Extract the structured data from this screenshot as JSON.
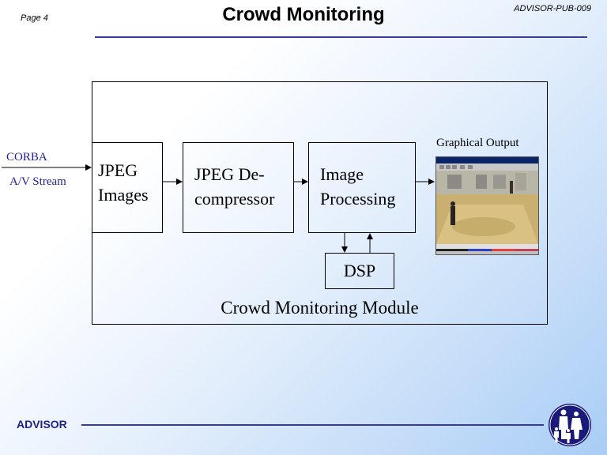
{
  "header": {
    "page_label": "Page 4",
    "title": "Crowd Monitoring",
    "doc_id": "ADVISOR-PUB-009"
  },
  "diagram": {
    "input_label_1": "CORBA",
    "input_label_2": "A/V Stream",
    "jpeg_images_line1": "JPEG",
    "jpeg_images_line2": "Images",
    "decompressor_line1": "JPEG De-",
    "decompressor_line2": "compressor",
    "processing_line1": "Image",
    "processing_line2": "Processing",
    "dsp": "DSP",
    "graphical_output": "Graphical Output",
    "module_label": "Crowd Monitoring Module"
  },
  "footer": {
    "brand": "ADVISOR"
  },
  "colors": {
    "accent": "#1f1fa0",
    "rule": "#3a3a9a",
    "logo_bg": "#1a1a7a"
  }
}
